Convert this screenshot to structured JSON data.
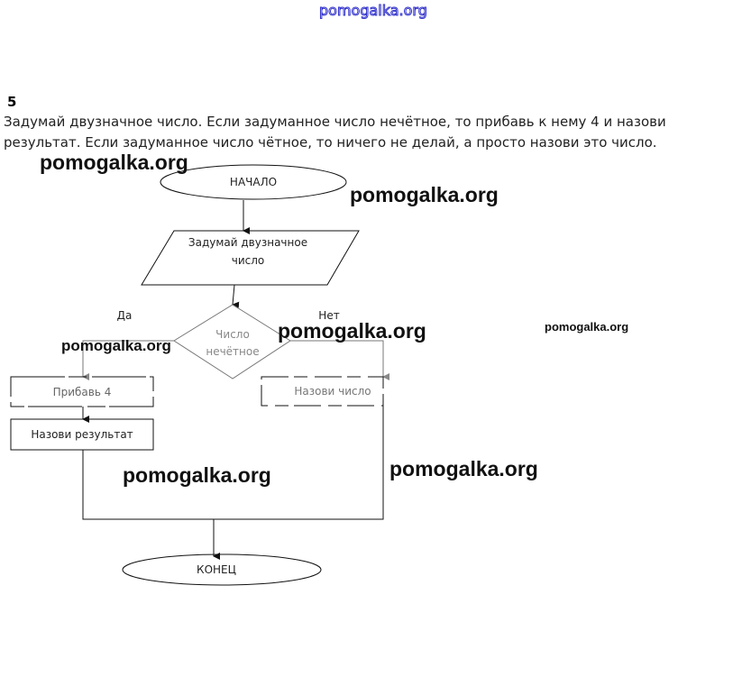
{
  "header_watermark": "pomogalka.org",
  "task": {
    "number": "5",
    "line1": "Задумай двузначное число. Если задуманное число нечётное, то прибавь к нему 4 и назови",
    "line2": "результат. Если задуманное число  чётное, то ничего не делай, а просто назови это число."
  },
  "flowchart": {
    "start": "НАЧАЛО",
    "input_line1": "Задумай двузначное",
    "input_line2": "число",
    "decision_line1": "Число",
    "decision_line2": "нечётное",
    "yes_label": "Да",
    "no_label": "Нет",
    "add_step": "Прибавь 4",
    "say_result": "Назови результат",
    "say_number": "Назови число",
    "end": "КОНЕЦ"
  },
  "watermarks": [
    "pomogalka.org",
    "pomogalka.org",
    "pomogalka.org",
    "pomogalka.org",
    "pomogalka.org",
    "pomogalka.org",
    "pomogalka.org"
  ]
}
